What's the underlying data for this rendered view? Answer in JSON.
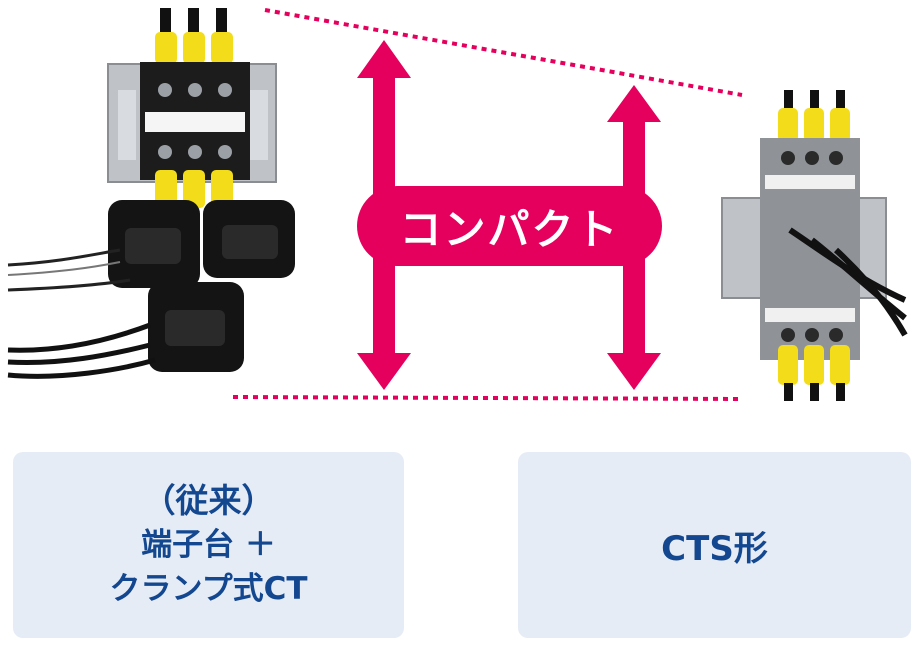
{
  "center": {
    "pill_label": "コンパクト"
  },
  "left_caption": {
    "line1": "（従来）",
    "line2": "端子台 ＋",
    "line3": "クランプ式CT"
  },
  "right_caption": {
    "text": "CTS形"
  },
  "colors": {
    "accent": "#e4005c",
    "caption_bg": "#e6ecf5",
    "caption_text": "#13478f"
  }
}
